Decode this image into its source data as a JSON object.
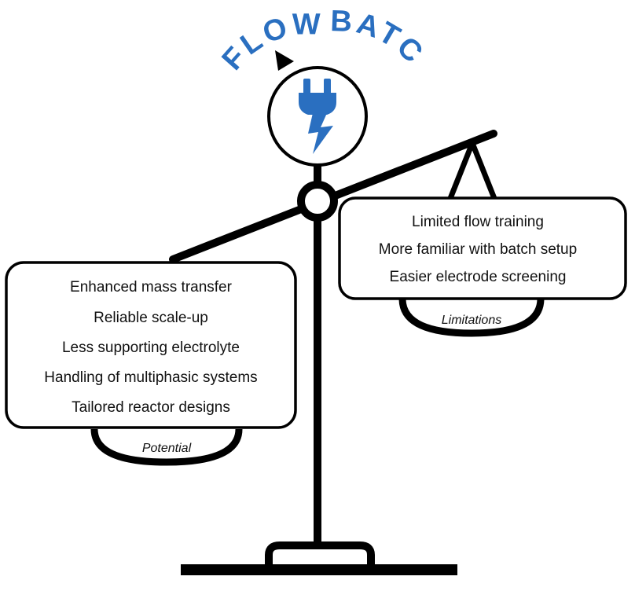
{
  "dial": {
    "left_word": "FLOW",
    "right_word": "BATCH",
    "icon": "plug-lightning-icon",
    "accent_color": "#2a6fc0"
  },
  "potential": {
    "pan_label": "Potential",
    "items": [
      "Enhanced mass transfer",
      "Reliable scale-up",
      "Less supporting electrolyte",
      "Handling of multiphasic systems",
      "Tailored reactor designs"
    ]
  },
  "limitations": {
    "pan_label": "Limitations",
    "items": [
      "Limited flow training",
      "More familiar with batch setup",
      "Easier electrode screening"
    ]
  }
}
